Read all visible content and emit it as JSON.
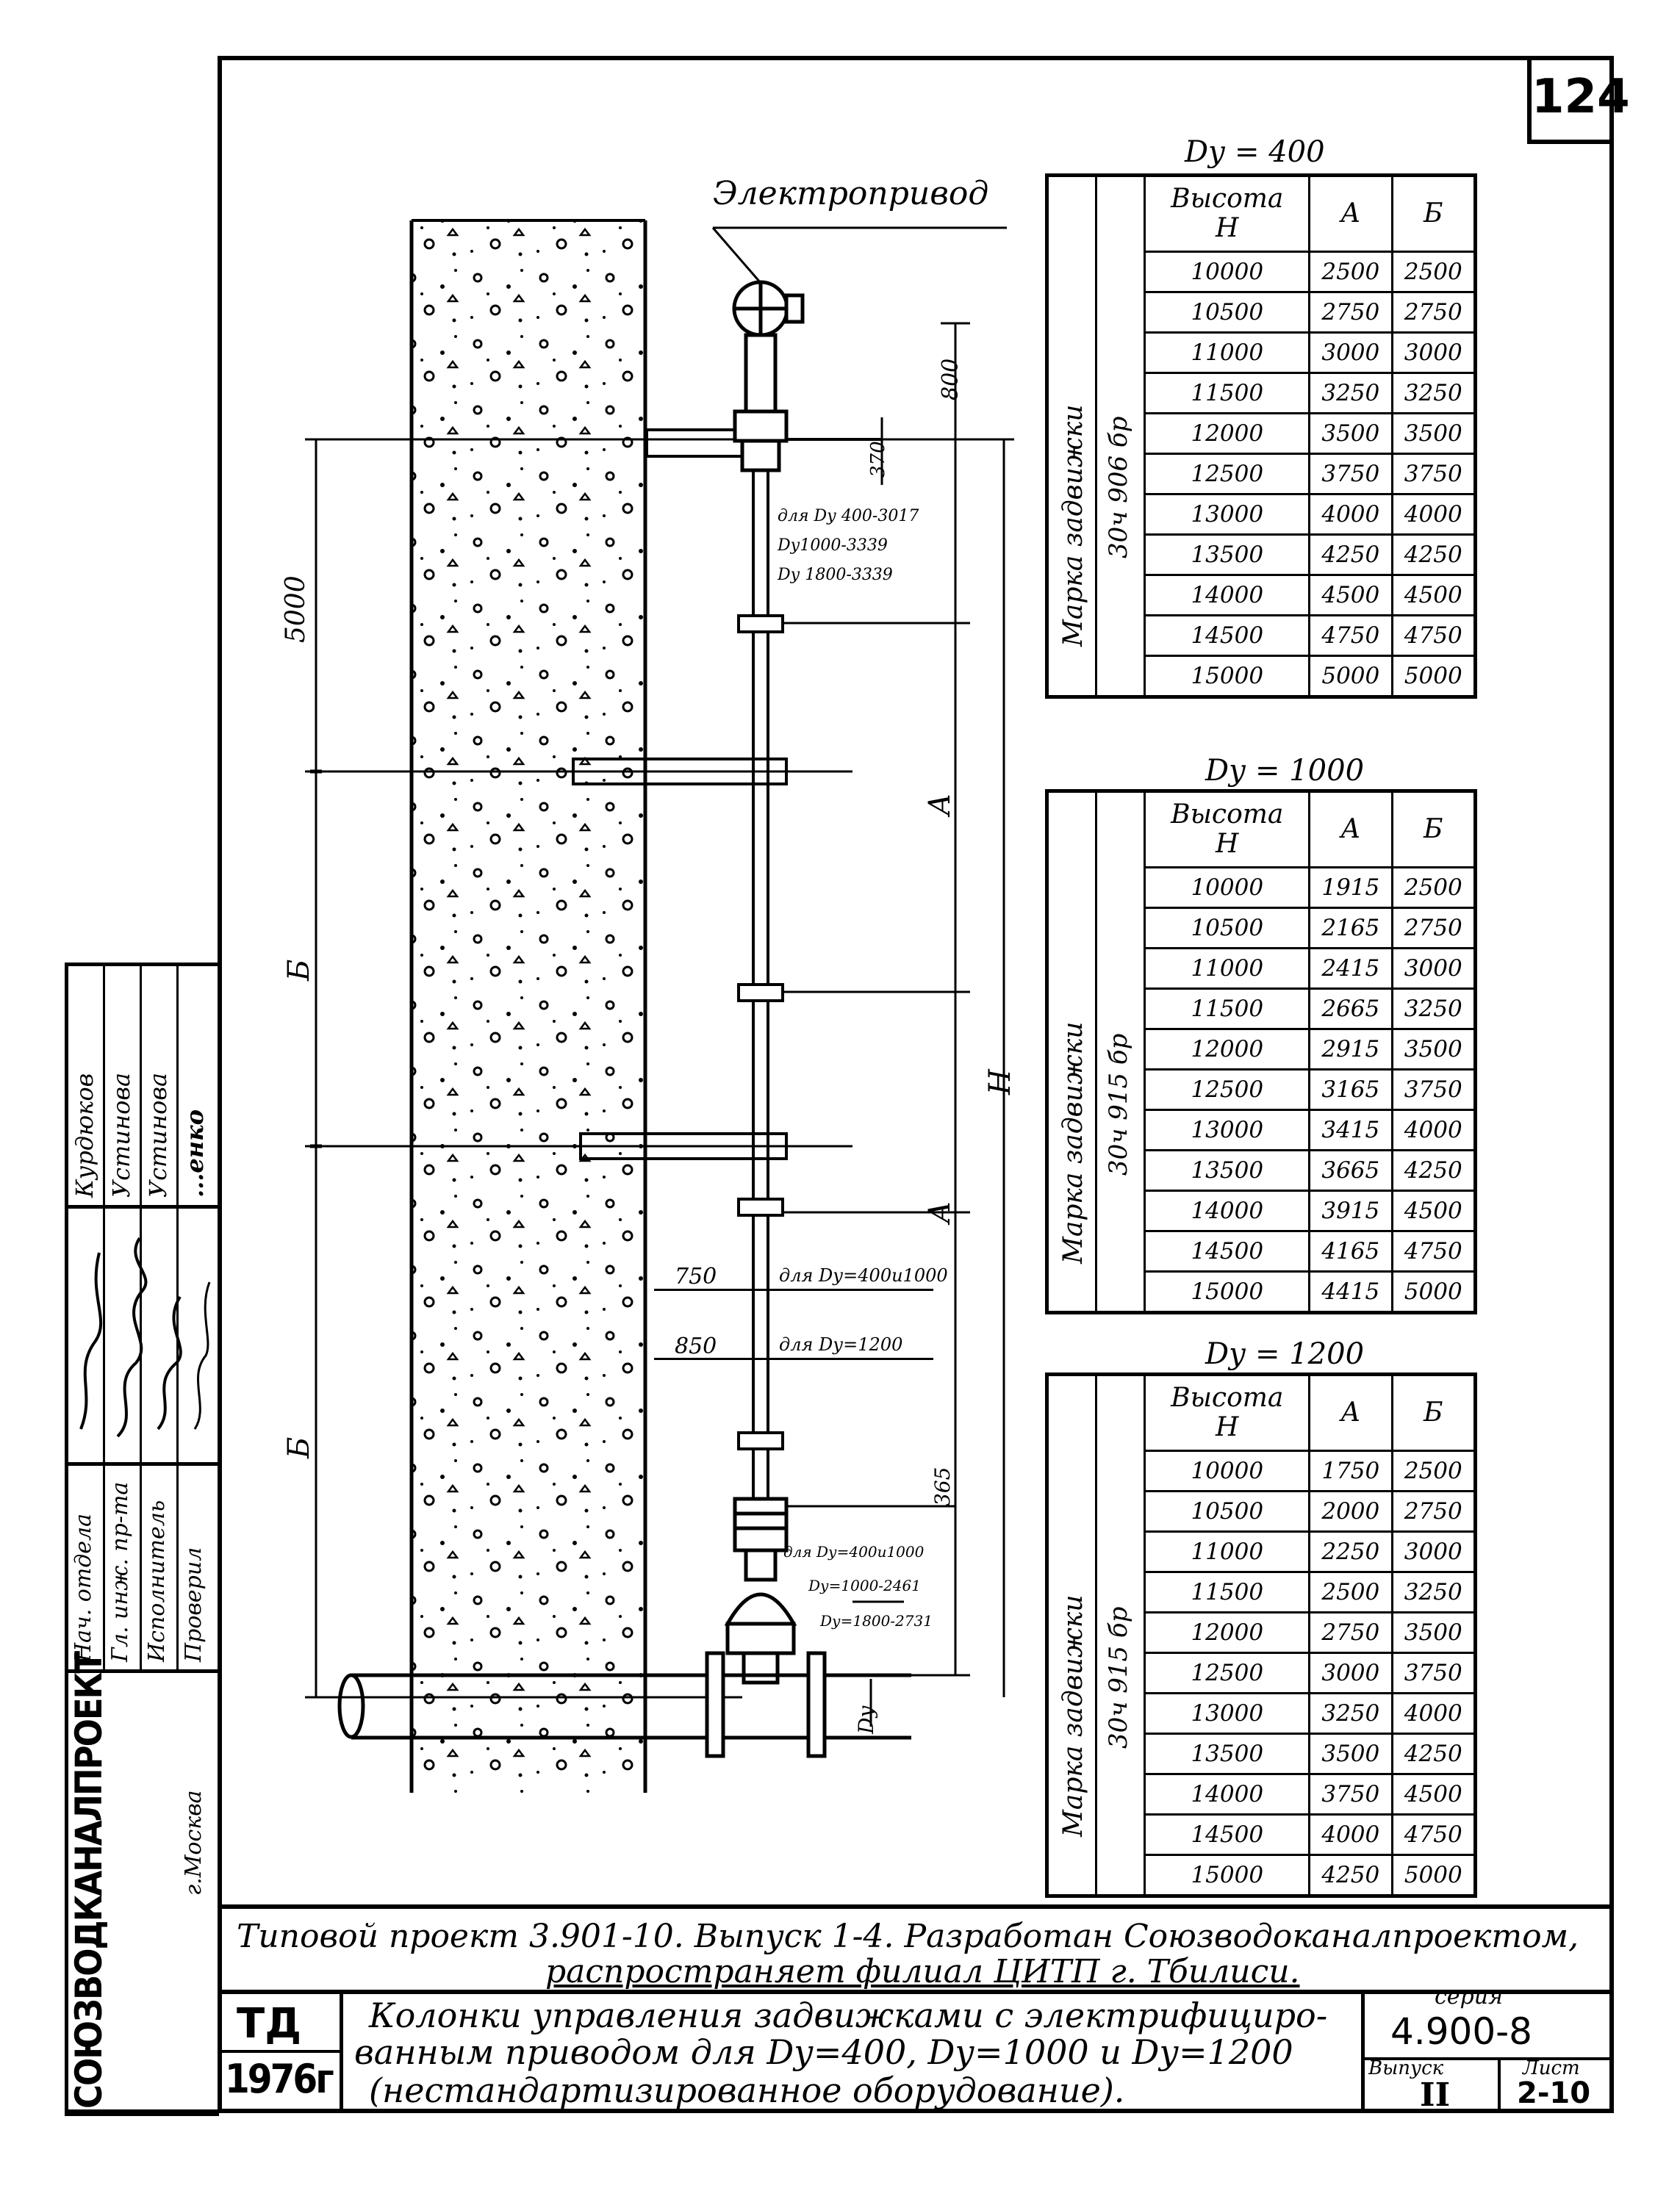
{
  "sheet_number": "124",
  "organization": "СОЮЗВОДКАНАЛПРОЕКТ",
  "city": "г.Москва",
  "stamp": {
    "roles": [
      "Нач. отдела",
      "Гл. инж. пр-та",
      "Исполнитель",
      "Проверил"
    ],
    "names": [
      "Курдюков",
      "Устинова",
      "Устинова",
      "...енко"
    ]
  },
  "drawing": {
    "actuator_label": "Электропривод",
    "dims": {
      "d800": "800",
      "d370": "370",
      "d5000": "5000",
      "dB1": "Б",
      "dB2": "Б",
      "dA1": "А",
      "dA2": "А",
      "dH": "H",
      "d750": "750",
      "d850": "850",
      "d365": "365",
      "dDy": "Dу"
    },
    "notes": {
      "top_1": "для Dу 400-3017",
      "top_2": "Dу1000-3339",
      "top_3": "Dу 1800-3339",
      "n750": "для Dу=400и1000",
      "n850": "для Dу=1200",
      "bot_1": "для Dу=400и1000",
      "bot_2": "Dу=1000-2461",
      "bot_3": "Dу=1800-2731"
    }
  },
  "tables": [
    {
      "title": "Dу = 400",
      "mark_label": "Марка задвижки",
      "mark_code": "30ч 906 бр",
      "headers": [
        "Высота H",
        "А",
        "Б"
      ],
      "rows": [
        [
          "10000",
          "2500",
          "2500"
        ],
        [
          "10500",
          "2750",
          "2750"
        ],
        [
          "11000",
          "3000",
          "3000"
        ],
        [
          "11500",
          "3250",
          "3250"
        ],
        [
          "12000",
          "3500",
          "3500"
        ],
        [
          "12500",
          "3750",
          "3750"
        ],
        [
          "13000",
          "4000",
          "4000"
        ],
        [
          "13500",
          "4250",
          "4250"
        ],
        [
          "14000",
          "4500",
          "4500"
        ],
        [
          "14500",
          "4750",
          "4750"
        ],
        [
          "15000",
          "5000",
          "5000"
        ]
      ]
    },
    {
      "title": "Dу = 1000",
      "mark_label": "Марка задвижки",
      "mark_code": "30ч 915 бр",
      "headers": [
        "Высота H",
        "А",
        "Б"
      ],
      "rows": [
        [
          "10000",
          "1915",
          "2500"
        ],
        [
          "10500",
          "2165",
          "2750"
        ],
        [
          "11000",
          "2415",
          "3000"
        ],
        [
          "11500",
          "2665",
          "3250"
        ],
        [
          "12000",
          "2915",
          "3500"
        ],
        [
          "12500",
          "3165",
          "3750"
        ],
        [
          "13000",
          "3415",
          "4000"
        ],
        [
          "13500",
          "3665",
          "4250"
        ],
        [
          "14000",
          "3915",
          "4500"
        ],
        [
          "14500",
          "4165",
          "4750"
        ],
        [
          "15000",
          "4415",
          "5000"
        ]
      ]
    },
    {
      "title": "Dу = 1200",
      "mark_label": "Марка задвижки",
      "mark_code": "30ч 915 бр",
      "headers": [
        "Высота H",
        "А",
        "Б"
      ],
      "rows": [
        [
          "10000",
          "1750",
          "2500"
        ],
        [
          "10500",
          "2000",
          "2750"
        ],
        [
          "11000",
          "2250",
          "3000"
        ],
        [
          "11500",
          "2500",
          "3250"
        ],
        [
          "12000",
          "2750",
          "3500"
        ],
        [
          "12500",
          "3000",
          "3750"
        ],
        [
          "13000",
          "3250",
          "4000"
        ],
        [
          "13500",
          "3500",
          "4250"
        ],
        [
          "14000",
          "3750",
          "4500"
        ],
        [
          "14500",
          "4000",
          "4750"
        ],
        [
          "15000",
          "4250",
          "5000"
        ]
      ]
    }
  ],
  "footer": {
    "note_line1": "Типовой проект 3.901-10. Выпуск 1-4. Разработан Союзводоканалпроектом,",
    "note_line2": "распространяет филиал ЦИТП г. Тбилиси.",
    "td": "ТД",
    "year": "1976г",
    "title_line1": "Колонки управления задвижками с электрифициро-",
    "title_line2": "ванным приводом для Dу=400, Dу=1000 и Dу=1200",
    "title_line3": "(нестандартизированное оборудование).",
    "series_label": "серия",
    "series_value": "4.900-8",
    "issue_label": "Выпуск",
    "issue_value": "II",
    "sheet_label": "Лист",
    "sheet_value": "2-10"
  }
}
